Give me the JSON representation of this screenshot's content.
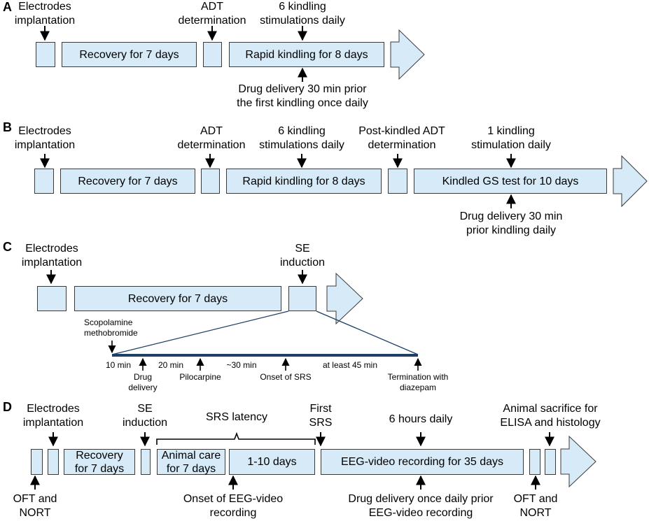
{
  "panels": {
    "a": {
      "letter": "A",
      "top_labels": {
        "electrodes_line1": "Electrodes",
        "electrodes_line2": "implantation",
        "adt_line1": "ADT",
        "adt_line2": "determination",
        "kindling_line1": "6 kindling",
        "kindling_line2": "stimulations daily"
      },
      "boxes": {
        "recovery": "Recovery for 7 days",
        "rapid": "Rapid kindling for 8 days"
      },
      "bottom_labels": {
        "drug_line1": "Drug delivery 30 min prior",
        "drug_line2": "the first kindling once daily"
      }
    },
    "b": {
      "letter": "B",
      "top_labels": {
        "electrodes_line1": "Electrodes",
        "electrodes_line2": "implantation",
        "adt_line1": "ADT",
        "adt_line2": "determination",
        "kindling_line1": "6 kindling",
        "kindling_line2": "stimulations daily",
        "post_line1": "Post-kindled ADT",
        "post_line2": "determination",
        "one_line1": "1 kindling",
        "one_line2": "stimulation daily"
      },
      "boxes": {
        "recovery": "Recovery for 7 days",
        "rapid": "Rapid kindling for 8 days",
        "gs": "Kindled GS test for 10 days"
      },
      "bottom_labels": {
        "drug_line1": "Drug delivery 30 min",
        "drug_line2": "prior kindling daily"
      }
    },
    "c": {
      "letter": "C",
      "top_labels": {
        "electrodes_line1": "Electrodes",
        "electrodes_line2": "implantation",
        "se_line1": "SE",
        "se_line2": "induction"
      },
      "boxes": {
        "recovery": "Recovery for 7 days"
      },
      "timeline": {
        "scop_line1": "Scopolamine",
        "scop_line2": "methobromide",
        "gap1": "10 min",
        "gap2": "20 min",
        "gap3": "~30 min",
        "gap4": "at least 45 min",
        "drug_line1": "Drug",
        "drug_line2": "delivery",
        "pilocarpine": "Pilocarpine",
        "onset": "Onset of SRS",
        "term_line1": "Termination with",
        "term_line2": "diazepam"
      }
    },
    "d": {
      "letter": "D",
      "top_labels": {
        "electrodes_line1": "Electrodes",
        "electrodes_line2": "implantation",
        "se_line1": "SE",
        "se_line2": "induction",
        "srs_latency": "SRS latency",
        "first_line1": "First",
        "first_line2": "SRS",
        "six_hours": "6 hours daily",
        "sacrifice_line1": "Animal sacrifice for",
        "sacrifice_line2": "ELISA and histology"
      },
      "boxes": {
        "recovery_line1": "Recovery",
        "recovery_line2": "for 7 days",
        "care_line1": "Animal care",
        "care_line2": "for 7 days",
        "days": "1-10 days",
        "eeg": "EEG-video recording for 35 days"
      },
      "bottom_labels": {
        "oft1_line1": "OFT and",
        "oft1_line2": "NORT",
        "onset_line1": "Onset of EEG-video",
        "onset_line2": "recording",
        "drug_line1": "Drug delivery once daily prior",
        "drug_line2": "EEG-video recording",
        "oft2_line1": "OFT and",
        "oft2_line2": "NORT"
      }
    }
  },
  "colors": {
    "box_fill": "#d6eaf8",
    "box_border": "#3a3a3a",
    "timeline": "#1f3f66"
  }
}
